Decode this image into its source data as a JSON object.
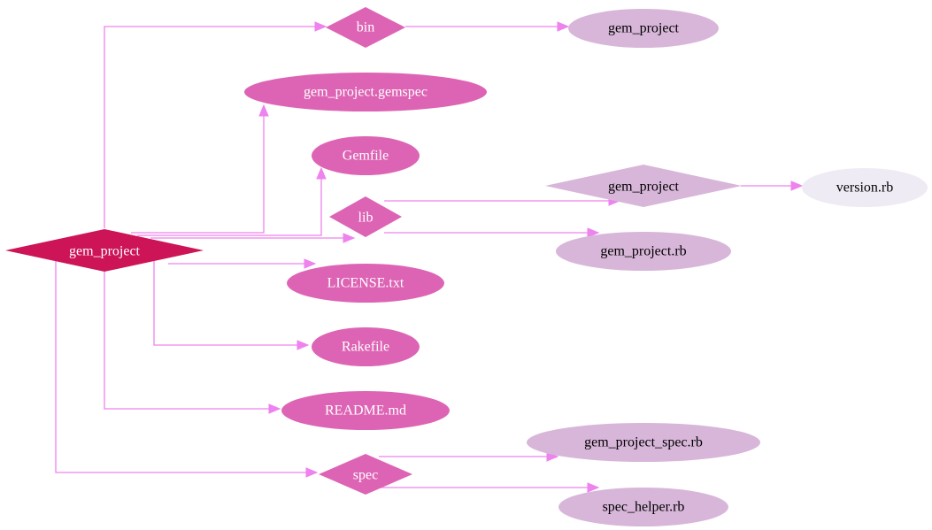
{
  "colors": {
    "edge": "#ee82ee",
    "root_fill": "#cc1457",
    "level1_fill": "#dd64b4",
    "level2_fill": "#d8b6d9",
    "level3_fill": "#efebf5"
  },
  "nodes": {
    "root": {
      "label": "gem_project",
      "shape": "diamond"
    },
    "bin": {
      "label": "bin",
      "shape": "diamond"
    },
    "bin_gem_project": {
      "label": "gem_project",
      "shape": "ellipse"
    },
    "gemspec": {
      "label": "gem_project.gemspec",
      "shape": "ellipse"
    },
    "gemfile": {
      "label": "Gemfile",
      "shape": "ellipse"
    },
    "lib": {
      "label": "lib",
      "shape": "diamond"
    },
    "lib_gem_project": {
      "label": "gem_project",
      "shape": "diamond"
    },
    "version_rb": {
      "label": "version.rb",
      "shape": "ellipse"
    },
    "gem_project_rb": {
      "label": "gem_project.rb",
      "shape": "ellipse"
    },
    "license": {
      "label": "LICENSE.txt",
      "shape": "ellipse"
    },
    "rakefile": {
      "label": "Rakefile",
      "shape": "ellipse"
    },
    "readme": {
      "label": "README.md",
      "shape": "ellipse"
    },
    "spec": {
      "label": "spec",
      "shape": "diamond"
    },
    "gem_project_spec_rb": {
      "label": "gem_project_spec.rb",
      "shape": "ellipse"
    },
    "spec_helper_rb": {
      "label": "spec_helper.rb",
      "shape": "ellipse"
    }
  },
  "edges": [
    {
      "from": "root",
      "to": "bin"
    },
    {
      "from": "root",
      "to": "gemspec"
    },
    {
      "from": "root",
      "to": "gemfile"
    },
    {
      "from": "root",
      "to": "lib"
    },
    {
      "from": "root",
      "to": "license"
    },
    {
      "from": "root",
      "to": "rakefile"
    },
    {
      "from": "root",
      "to": "readme"
    },
    {
      "from": "root",
      "to": "spec"
    },
    {
      "from": "bin",
      "to": "bin_gem_project"
    },
    {
      "from": "lib",
      "to": "lib_gem_project"
    },
    {
      "from": "lib",
      "to": "gem_project_rb"
    },
    {
      "from": "lib_gem_project",
      "to": "version_rb"
    },
    {
      "from": "spec",
      "to": "gem_project_spec_rb"
    },
    {
      "from": "spec",
      "to": "spec_helper_rb"
    }
  ]
}
